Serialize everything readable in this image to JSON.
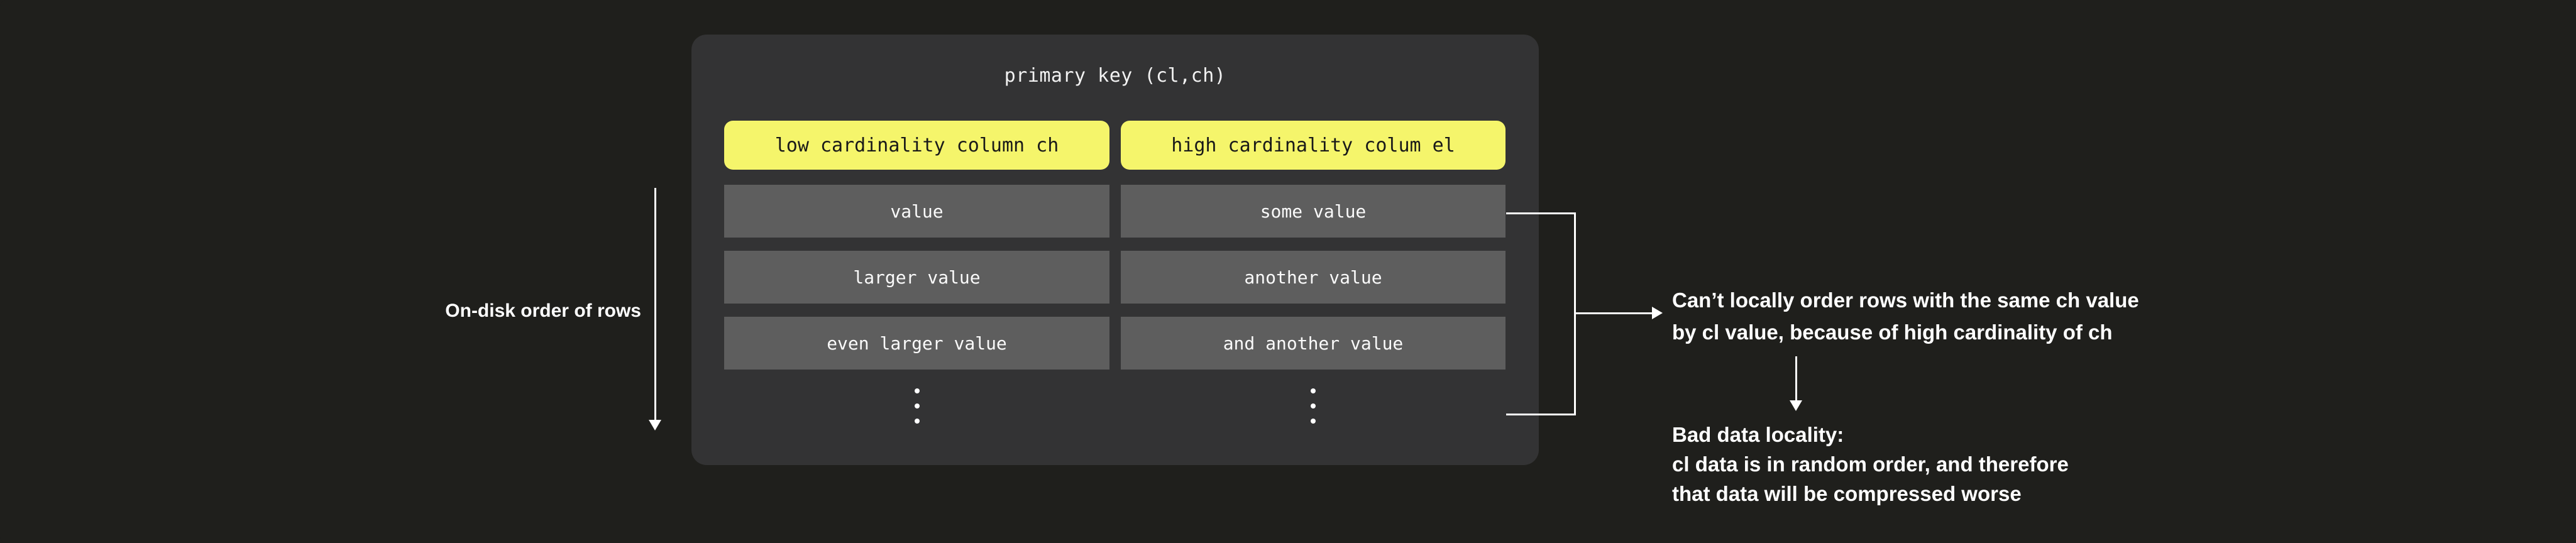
{
  "colors": {
    "background": "#1f1f1c",
    "panel": "#333334",
    "row_box": "#5e5e5e",
    "header_yellow": "#f5f56b",
    "text_light": "#ffffff",
    "text_dark": "#191919",
    "connector_line": "#ffffff"
  },
  "panel": {
    "title": "primary key (cl,ch)",
    "columns": [
      {
        "header": "low cardinality column ch",
        "rows": [
          "value",
          "larger value",
          "even larger value"
        ],
        "ellipsis": "vertical-ellipsis"
      },
      {
        "header": "high cardinality colum el",
        "rows": [
          "some value",
          "another value",
          "and another value"
        ],
        "ellipsis": "vertical-ellipsis"
      }
    ]
  },
  "left_annotation": {
    "label": "On-disk order of rows"
  },
  "right_annotations": {
    "note1": {
      "line1": "Can’t locally order rows with the same ch value",
      "line2": "by cl value, because of high cardinality of ch"
    },
    "note2": {
      "line1": "Bad data locality:",
      "line2": "cl data is in random order, and therefore",
      "line3": "that data will be compressed worse"
    }
  }
}
